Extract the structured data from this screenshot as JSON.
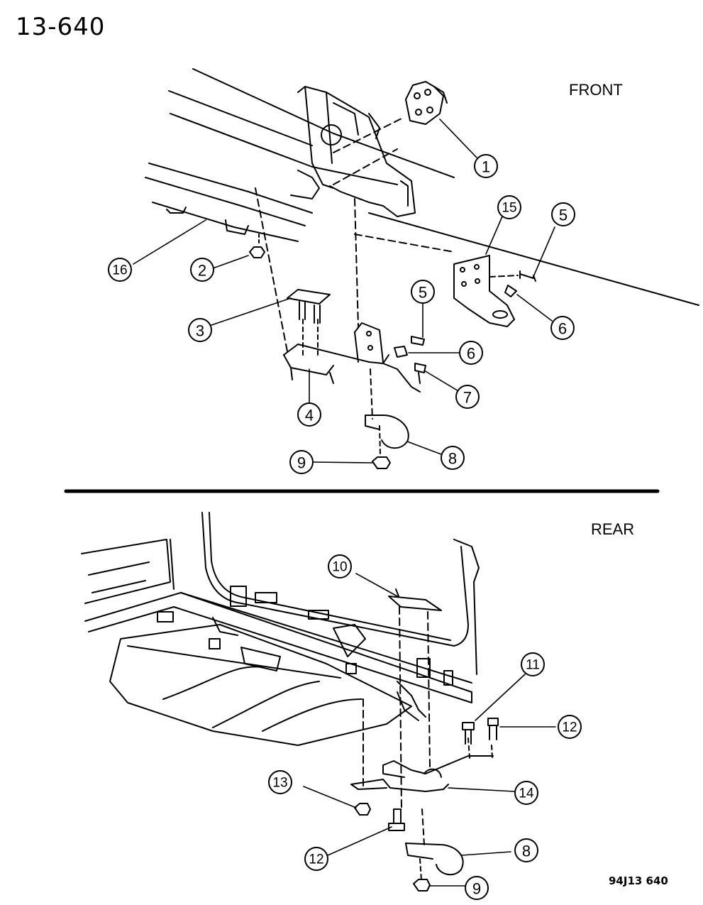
{
  "page_number": "13-640",
  "sections": {
    "front": {
      "label": "FRONT"
    },
    "rear": {
      "label": "REAR"
    }
  },
  "figure_code": "94J13 640",
  "callouts": {
    "c1": "1",
    "c2": "2",
    "c3": "3",
    "c4": "4",
    "c5a": "5",
    "c5b": "5",
    "c6a": "6",
    "c6b": "6",
    "c7": "7",
    "c8a": "8",
    "c8b": "8",
    "c9a": "9",
    "c9b": "9",
    "c10": "10",
    "c11": "11",
    "c12a": "12",
    "c12b": "12",
    "c13": "13",
    "c14": "14",
    "c15": "15",
    "c16": "16"
  }
}
